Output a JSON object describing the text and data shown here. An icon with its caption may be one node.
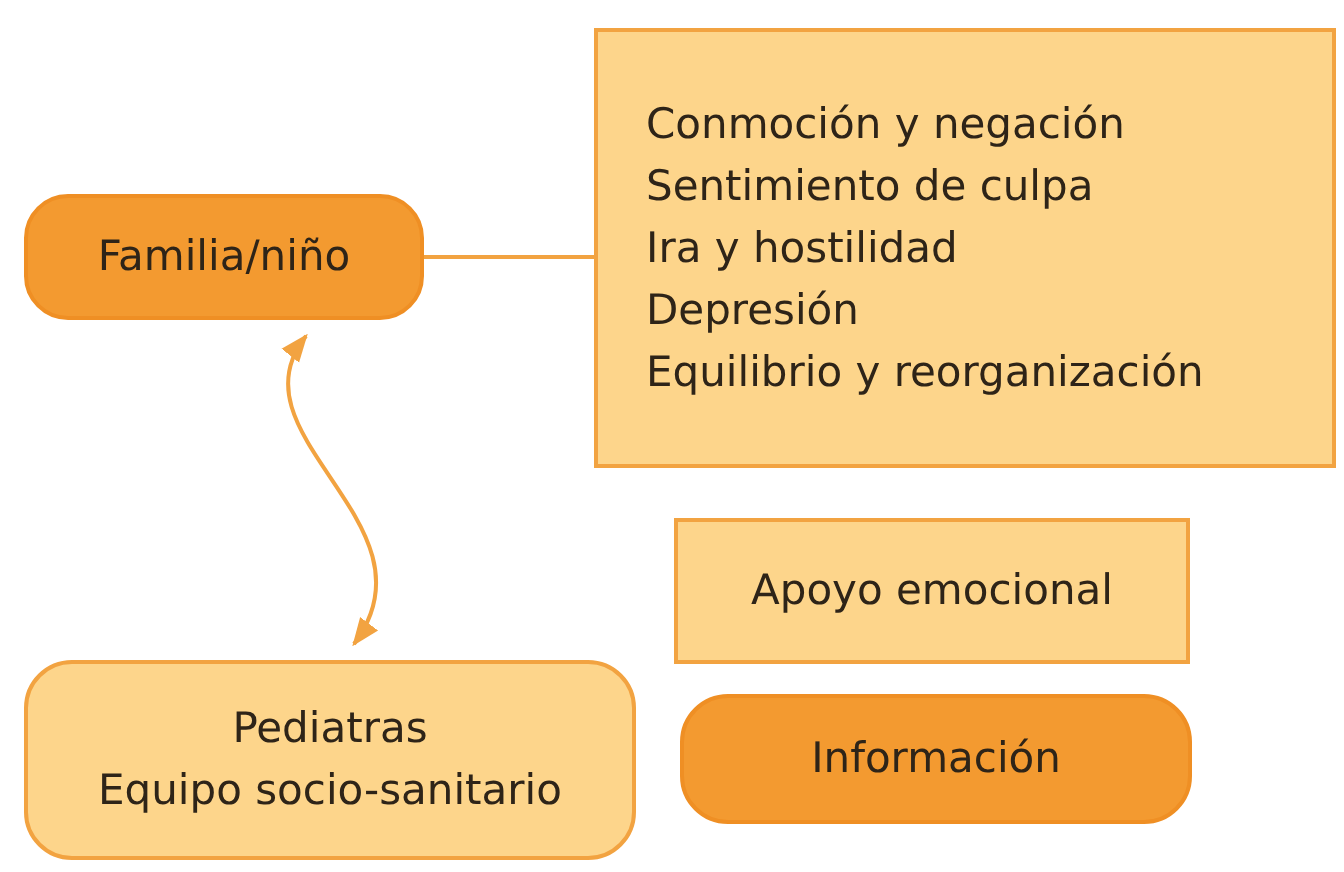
{
  "diagram": {
    "nodes": [
      {
        "text": [
          "Familia/niño"
        ]
      },
      {
        "text": [
          "Conmoción y negación",
          "Sentimiento de culpa",
          "Ira y hostilidad",
          "Depresión",
          "Equilibrio y reorganización"
        ]
      },
      {
        "text": [
          "Apoyo emocional"
        ]
      },
      {
        "text": [
          "Información"
        ]
      },
      {
        "text": [
          "Pediatras",
          "Equipo socio-sanitario"
        ]
      }
    ],
    "edges": [
      {
        "from": 0,
        "to": 1,
        "arrow": "none"
      },
      {
        "from": 0,
        "to": 4,
        "arrow": "both"
      }
    ]
  }
}
